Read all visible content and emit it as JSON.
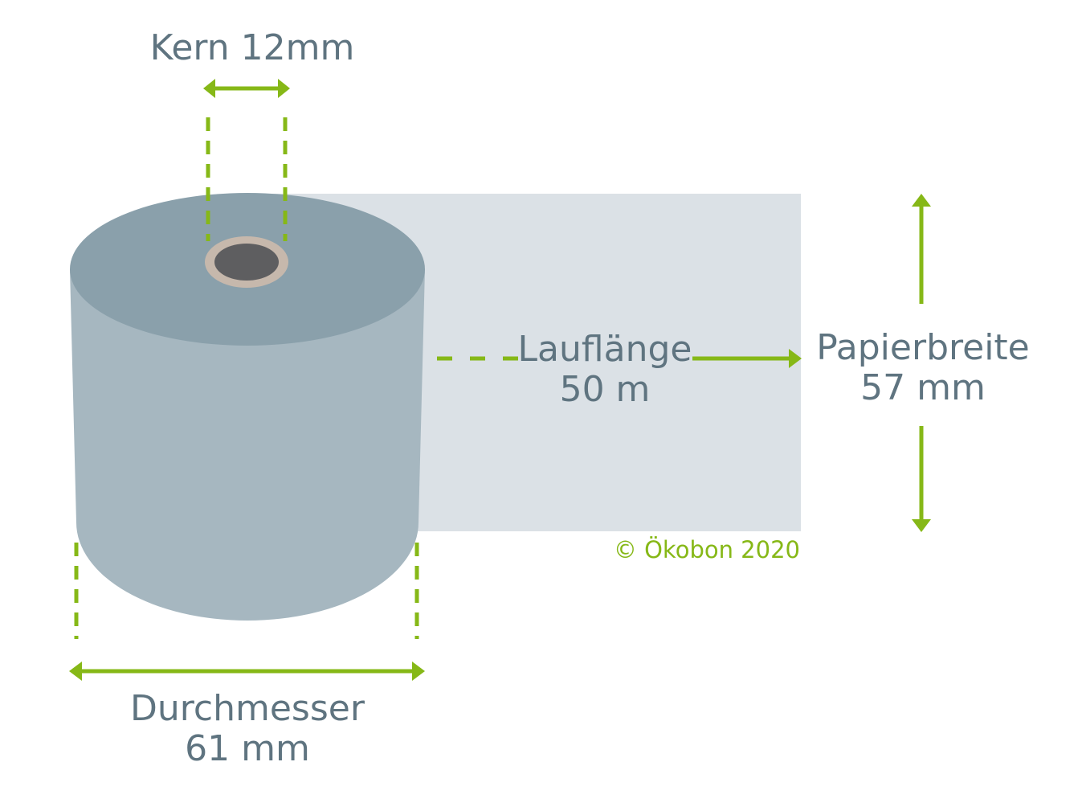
{
  "colors": {
    "accent": "#86b817",
    "text": "#5f7480",
    "paper_strip": "#dbe1e6",
    "roll_top": "#8aa0ab",
    "roll_side": "#a6b7c0",
    "core_outer": "#c6b8ac",
    "core_inner": "#5e5e60"
  },
  "labels": {
    "core": "Kern 12mm",
    "run_length_title": "Lauflänge",
    "run_length_value": "50 m",
    "paper_width_title": "Papierbreite",
    "paper_width_value": "57 mm",
    "diameter_title": "Durchmesser",
    "diameter_value": "61 mm",
    "copyright": "© Ökobon 2020"
  }
}
